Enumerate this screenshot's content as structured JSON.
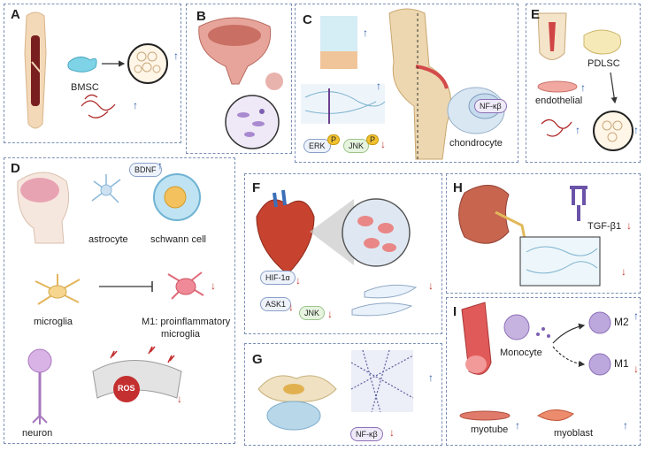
{
  "panels": {
    "A": {
      "label": "A",
      "cell": "BMSC"
    },
    "B": {
      "label": "B"
    },
    "C": {
      "label": "C",
      "erk": "ERK",
      "jnk": "JNK",
      "p": "P",
      "nfkb": "NF-κβ",
      "cell": "chondrocyte"
    },
    "D": {
      "label": "D",
      "bdnf": "BDNF",
      "astrocyte": "astrocyte",
      "schwann": "schwann cell",
      "microglia": "microglia",
      "m1_line1": "M1: proinflammatory",
      "m1_line2": "microglia",
      "neuron": "neuron",
      "ros": "ROS"
    },
    "E": {
      "label": "E",
      "pdlsc": "PDLSC",
      "endothelial": "endothelial"
    },
    "F": {
      "label": "F",
      "hif": "HIF-1α",
      "ask1": "ASK1",
      "jnk": "JNK"
    },
    "G": {
      "label": "G",
      "nfkb": "NF-κβ"
    },
    "H": {
      "label": "H",
      "tgf": "TGF-β1"
    },
    "I": {
      "label": "I",
      "monocyte": "Monocyte",
      "m2": "M2",
      "m1": "M1",
      "myotube": "myotube",
      "myoblast": "myoblast"
    }
  },
  "colors": {
    "up_arrow": "#2b5aa8",
    "down_arrow": "#c0392b",
    "border": "#7b8fb5"
  }
}
